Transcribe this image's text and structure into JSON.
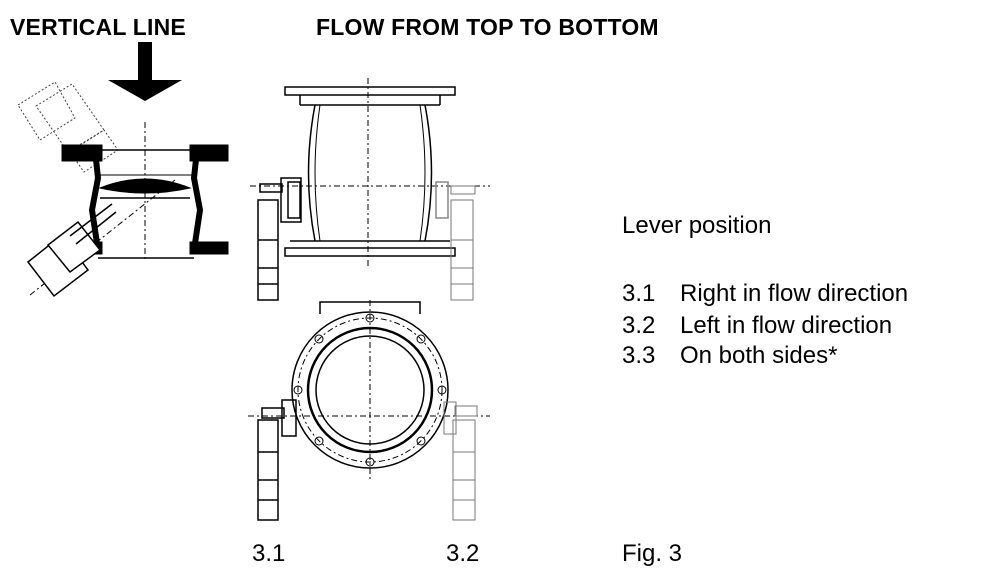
{
  "header": {
    "left": "VERTICAL LINE",
    "right": "FLOW FROM TOP TO BOTTOM"
  },
  "legend": {
    "title": "Lever position",
    "items": [
      {
        "num": "3.1",
        "text": "Right in flow direction"
      },
      {
        "num": "3.2",
        "text": "Left in flow direction"
      },
      {
        "num": "3.3",
        "text": "On both sides*"
      }
    ]
  },
  "labels": {
    "left": "3.1",
    "right": "3.2",
    "fig": "Fig. 3"
  }
}
